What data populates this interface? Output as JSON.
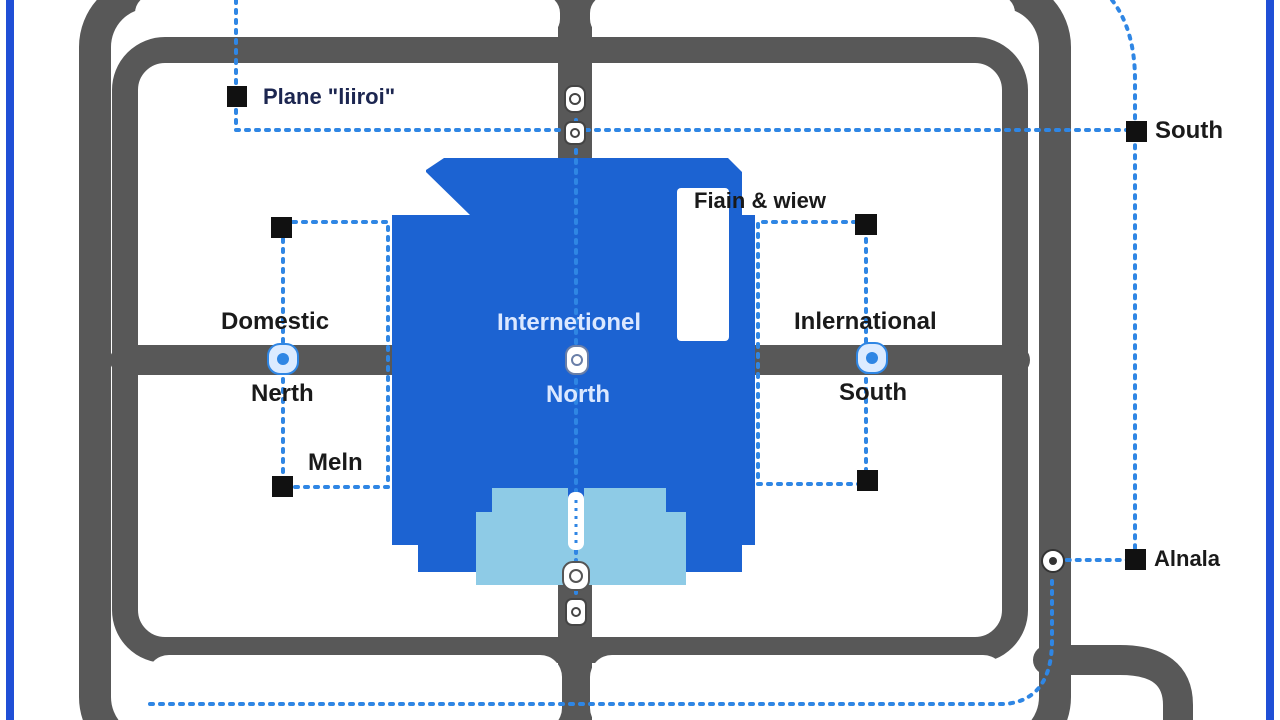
{
  "map": {
    "colors": {
      "border": "#1f4fd6",
      "road": "#585858",
      "road_edge": "#4a4a4a",
      "terminal": "#1c63d2",
      "terminal_annex": "#8ecbe6",
      "route_dots": "#2f86e4",
      "stop": "#111111",
      "block": "#ffffff"
    },
    "labels": {
      "plane": "Plane \"liiroi\"",
      "south_top": "South",
      "fiain_view": "Fiain & wiew",
      "domestic": "Domestic",
      "north_left": "Nerth",
      "main": "Meln",
      "international_center": "Internetionel",
      "north_center": "North",
      "international_right": "Inlernational",
      "south_right": "South",
      "alnala": "Alnala"
    },
    "icons": [
      "transit-marker-icon",
      "stop-square-icon"
    ]
  }
}
